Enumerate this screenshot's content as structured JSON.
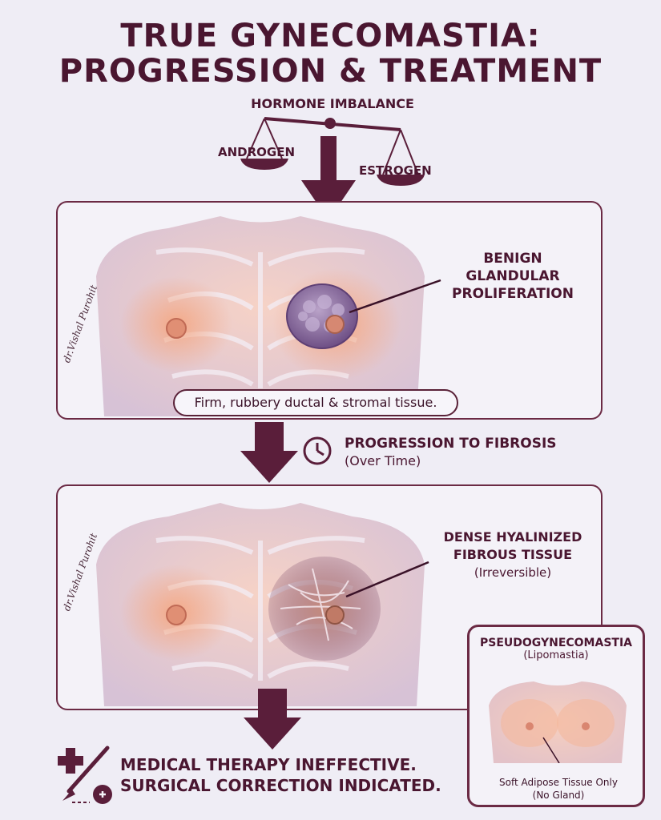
{
  "title": {
    "line1": "TRUE GYNECOMASTIA:",
    "line2": "PROGRESSION & TREATMENT"
  },
  "hormone": {
    "heading": "HORMONE IMBALANCE",
    "left": "ANDROGEN",
    "right": "ESTROGEN"
  },
  "panel1": {
    "watermark": "dr.Vishal Purohit",
    "label_line1": "BENIGN",
    "label_line2": "GLANDULAR",
    "label_line3": "PROLIFERATION",
    "caption": "Firm, rubbery ductal & stromal tissue."
  },
  "progression": {
    "title": "PROGRESSION TO FIBROSIS",
    "subtitle": "(Over Time)",
    "icon": "clock-icon"
  },
  "panel2": {
    "watermark": "dr.Vishal Purohit",
    "label_line1": "DENSE HYALINIZED",
    "label_line2": "FIBROUS TISSUE",
    "label_sub": "(Irreversible)"
  },
  "pseudo": {
    "title": "PSEUDOGYNECOMASTIA",
    "subtitle": "(Lipomastia)",
    "caption_line1": "Soft Adipose Tissue Only",
    "caption_line2": "(No Gland)"
  },
  "conclusion": {
    "line1": "MEDICAL THERAPY INEFFECTIVE.",
    "line2": "SURGICAL CORRECTION INDICATED.",
    "icons": [
      "medical-cross-icon",
      "scalpel-icon"
    ]
  },
  "colors": {
    "accent": "#5a1e3a",
    "skin": "#f2c4b8",
    "gland": "#8c6ea0",
    "background": "#efedf5"
  }
}
